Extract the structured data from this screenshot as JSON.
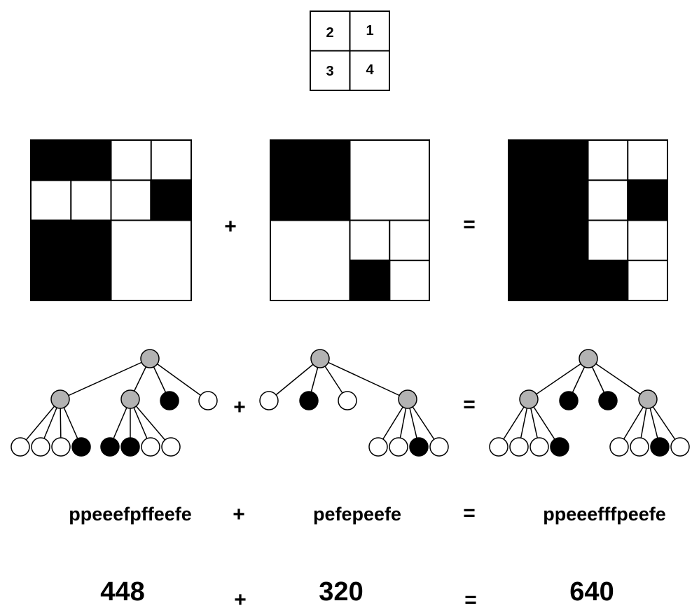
{
  "quadrant_key": {
    "labels": [
      "2",
      "1",
      "3",
      "4"
    ]
  },
  "operators": {
    "plus": "+",
    "equals": "="
  },
  "images": [
    {
      "id": "left",
      "code": "ppeeefpffeefe",
      "bits": "448"
    },
    {
      "id": "middle",
      "code": "pefepeefe",
      "bits": "320"
    },
    {
      "id": "result",
      "code": "ppeeefffpeefe",
      "bits": "640"
    }
  ],
  "colors": {
    "full": "#000000",
    "empty": "#ffffff",
    "partial": "#b3b3b3",
    "line": "#000000"
  }
}
